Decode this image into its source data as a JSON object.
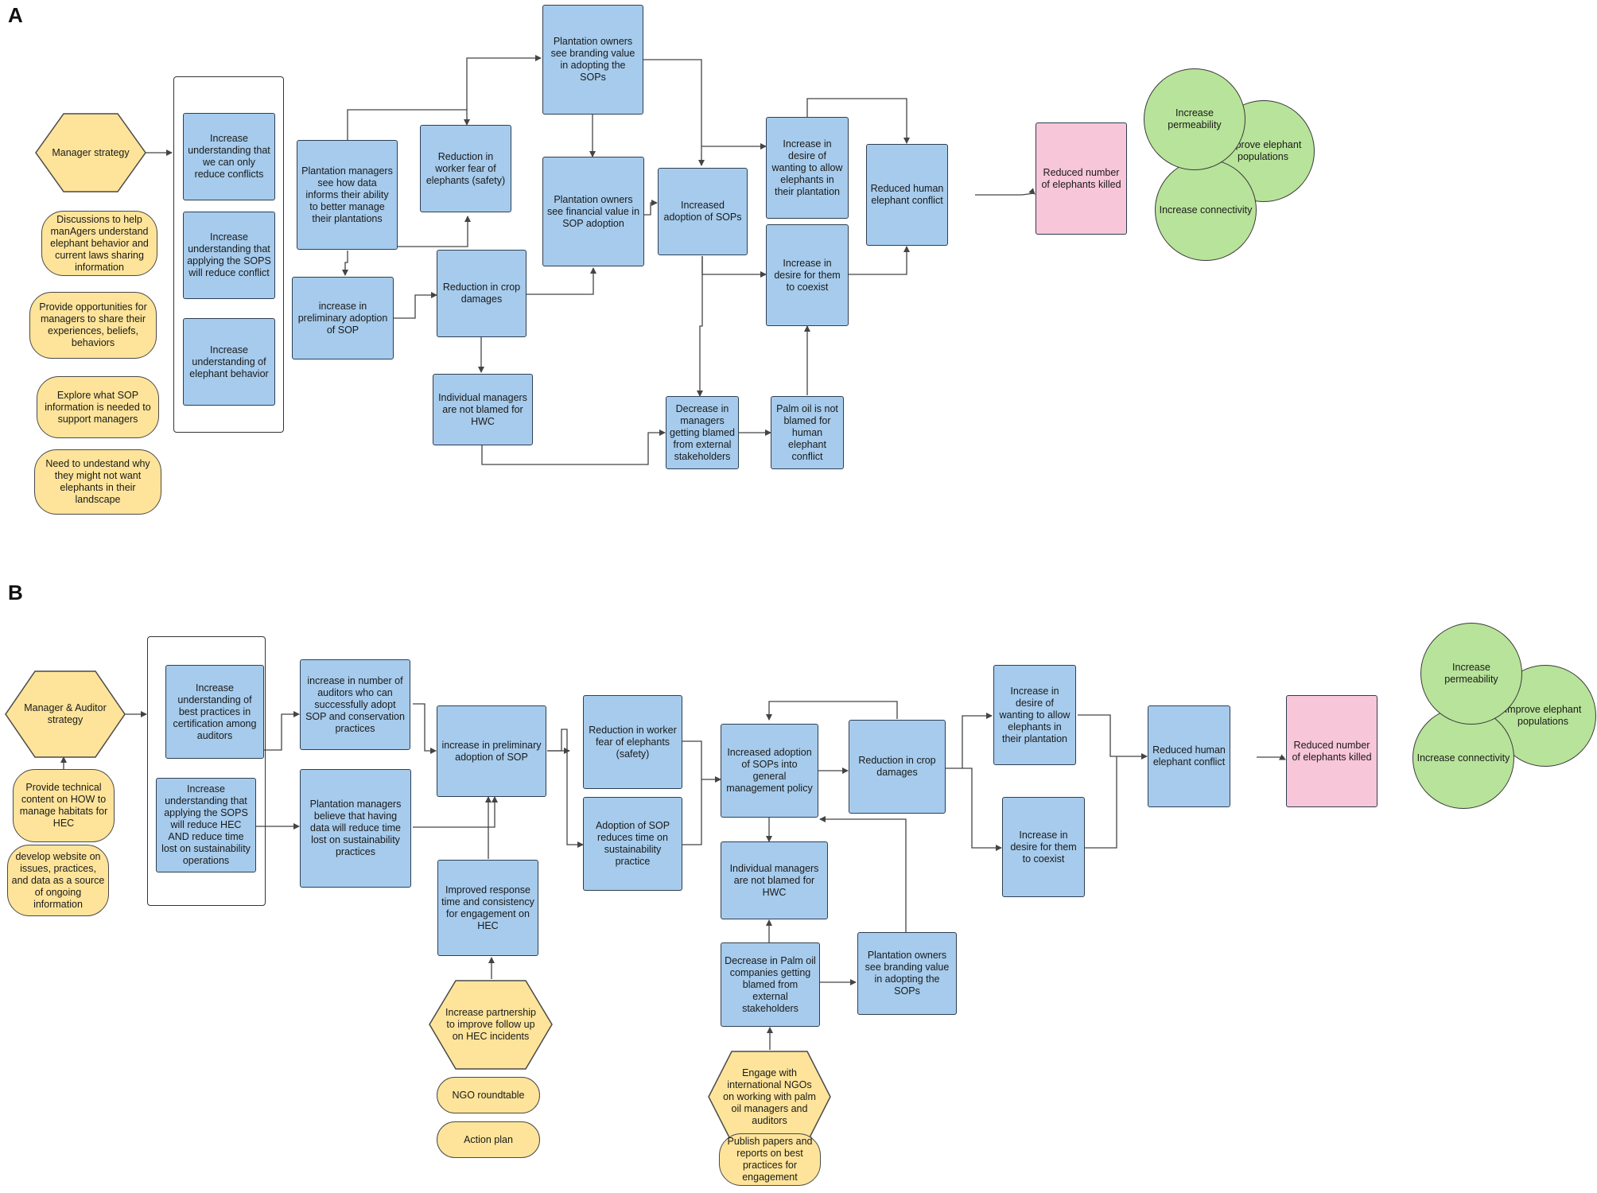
{
  "panels": {
    "a": "A",
    "b": "B"
  },
  "colors": {
    "blue": "#a6cbec",
    "yellow": "#fde49a",
    "pink": "#f7c6d8",
    "green": "#b8e39a",
    "line": "#444444"
  },
  "a": {
    "strategy": "Manager strategy",
    "act1": "Discussions to help manAgers understand elephant behavior and current laws sharing information",
    "act2": "Provide opportunities for managers to share their experiences, beliefs, behaviors",
    "act3": "Explore what SOP information is needed to support managers",
    "act4": "Need to undestand why they might not want elephants in their landscape",
    "g1": "Increase understanding that we can only reduce conflicts",
    "g2": "Increase understanding that applying the SOPS will reduce conflict",
    "g3": "Increase understanding of elephant behavior",
    "pm_data": "Plantation managers see how data informs their ability to better manage their plantations",
    "worker_fear": "Reduction in worker fear of elephants (safety)",
    "prelim": "increase in preliminary adoption of SOP",
    "crop": "Reduction in crop damages",
    "not_blamed": "Individual managers are not blamed for HWC",
    "branding": "Plantation owners see branding value in adopting the SOPs",
    "financial": "Plantation owners see financial value in SOP adoption",
    "adoption": "Increased adoption of SOPs",
    "desire_allow": "Increase in desire of wanting to allow elephants in their plantation",
    "desire_coexist": "Increase in desire for them to coexist",
    "decrease_blamed": "Decrease in managers getting blamed from external stakeholders",
    "palm_not_blamed": "Palm oil is not blamed for human elephant conflict",
    "hec": "Reduced human elephant conflict",
    "killed": "Reduced number of elephants killed",
    "c_perm": "Increase permeability",
    "c_pop": "Improve elephant populations",
    "c_conn": "Increase connectivity"
  },
  "b": {
    "strategy": "Manager & Auditor strategy",
    "act1": "Provide technical content on HOW to manage habitats for HEC",
    "act2": "develop website on issues, practices, and data as a source of ongoing information",
    "g1": "Increase understanding of best practices in certification among auditors",
    "g2": "Increase understanding that applying the SOPS will reduce HEC AND reduce time lost on sustainability operations",
    "auditors": "increase in number of auditors who can successfully adopt SOP and conservation practices",
    "pm_believe": "Plantation managers believe that having data will reduce time lost on sustainability practices",
    "prelim": "increase in preliminary adoption of SOP",
    "response": "Improved response time and consistency for engagement on HEC",
    "partnership": "Increase partnership to improve follow up on HEC incidents",
    "ngo": "NGO roundtable",
    "action": "Action plan",
    "worker_fear": "Reduction in worker fear of elephants (safety)",
    "reduces_time": "Adoption of SOP reduces time on sustainability practice",
    "general_policy": "Increased adoption of SOPs into general management policy",
    "crop": "Reduction in crop damages",
    "not_blamed": "Individual managers are not blamed for HWC",
    "palm_blamed": "Decrease in Palm oil companies getting blamed from external stakeholders",
    "branding": "Plantation owners see branding value in adopting the SOPs",
    "engage": "Engage with international NGOs on working with palm oil managers and auditors",
    "publish": "Publish papers and reports on best practices for engagement",
    "desire_allow": "Increase in desire of wanting to allow elephants in their plantation",
    "desire_coexist": "Increase in desire for them to coexist",
    "hec": "Reduced human elephant conflict",
    "killed": "Reduced number of elephants killed",
    "c_perm": "Increase permeability",
    "c_pop": "Improve elephant populations",
    "c_conn": "Increase connectivity"
  }
}
